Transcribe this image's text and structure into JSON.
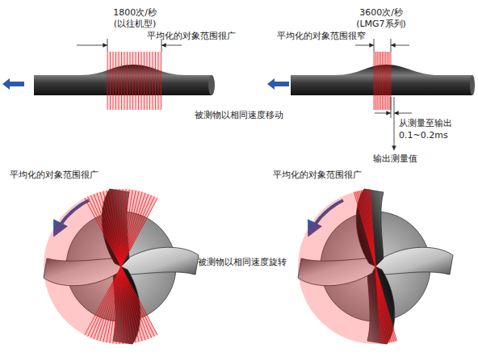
{
  "diagram": {
    "labels": [
      "1800次/秒",
      "(以往机型)",
      "平均化的对象范围很广",
      "3600次/秒",
      "(LMG7系列)",
      "平均化的对象范围很窄",
      "被测物以相同速度移动",
      "从测量至输出",
      "0.1~0.2ms",
      "输出测量值",
      "平均化的对象范围很广",
      "平均化的对象范围很广",
      "被测物以相同速度旋转"
    ]
  }
}
